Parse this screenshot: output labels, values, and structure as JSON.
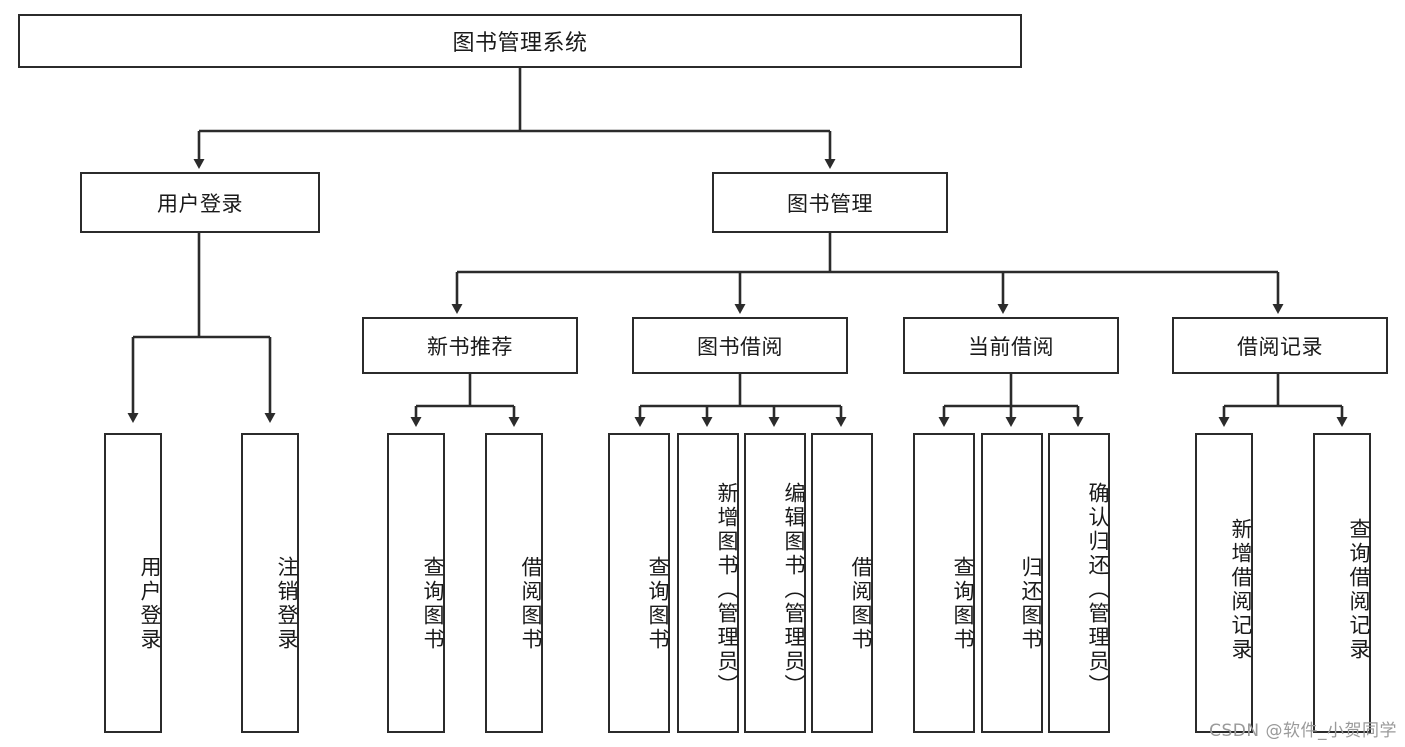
{
  "diagram": {
    "type": "tree-hierarchy-flowchart",
    "root": {
      "id": "root",
      "label": "图书管理系统"
    },
    "level2": [
      {
        "id": "user-login",
        "label": "用户登录"
      },
      {
        "id": "book-management",
        "label": "图书管理"
      }
    ],
    "level3": [
      {
        "id": "new-book-recommend",
        "label": "新书推荐",
        "parent": "book-management"
      },
      {
        "id": "book-borrow",
        "label": "图书借阅",
        "parent": "book-management"
      },
      {
        "id": "current-borrow",
        "label": "当前借阅",
        "parent": "book-management"
      },
      {
        "id": "borrow-record",
        "label": "借阅记录",
        "parent": "book-management"
      }
    ],
    "leaves": {
      "user-login": [
        {
          "id": "leaf-user-login",
          "label": "用户登录"
        },
        {
          "id": "leaf-logout",
          "label": "注销登录"
        }
      ],
      "new-book-recommend": [
        {
          "id": "leaf-query-book-1",
          "label": "查询图书"
        },
        {
          "id": "leaf-borrow-book-1",
          "label": "借阅图书"
        }
      ],
      "book-borrow": [
        {
          "id": "leaf-query-book-2",
          "label": "查询图书"
        },
        {
          "id": "leaf-add-book",
          "label": "新增图书（管理员）"
        },
        {
          "id": "leaf-edit-book",
          "label": "编辑图书（管理员）"
        },
        {
          "id": "leaf-borrow-book-2",
          "label": "借阅图书"
        }
      ],
      "current-borrow": [
        {
          "id": "leaf-query-book-3",
          "label": "查询图书"
        },
        {
          "id": "leaf-return-book",
          "label": "归还图书"
        },
        {
          "id": "leaf-confirm-return",
          "label": "确认归还（管理员）"
        }
      ],
      "borrow-record": [
        {
          "id": "leaf-add-record",
          "label": "新增借阅记录"
        },
        {
          "id": "leaf-query-record",
          "label": "查询借阅记录"
        }
      ]
    },
    "colors": {
      "stroke": "#2b2b2b",
      "fill": "#ffffff",
      "text": "#1a1a1a",
      "watermark": "#9a9a9a"
    }
  },
  "watermark": {
    "text": "CSDN @软件_小贺同学"
  }
}
